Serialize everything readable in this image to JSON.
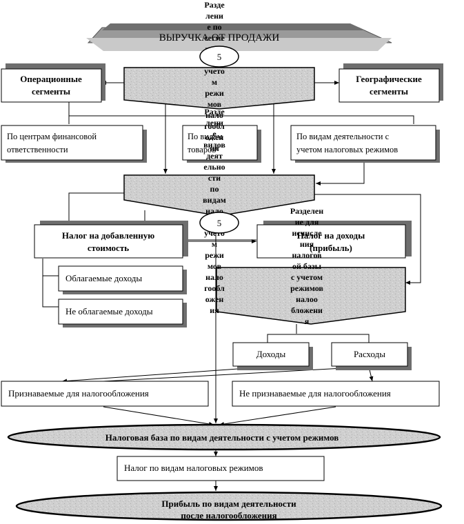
{
  "diagram": {
    "top_banner": "ВЫРУЧКА ОТ ПРОДАЖИ",
    "step_number": "5",
    "left_segments": "Операционные сегменты",
    "right_segments": "Географические сегменты",
    "center_box1_text": [
      "Разде",
      "лени",
      "е по",
      "сегме",
      "нтам",
      "с",
      "учето",
      "м",
      "режи",
      "мов",
      "нало",
      "гообл",
      "ожен",
      "ия"
    ],
    "center_box2_text": [
      "Разде",
      "лени",
      "е",
      "видов",
      "деят",
      "ельно",
      "сти",
      "по",
      "видам",
      "нало",
      "гов с",
      "учето",
      "м",
      "режи",
      "мов",
      "нало",
      "гообл",
      "ожен",
      "ия"
    ],
    "center_box3_text": [
      "Разделен",
      "ие для",
      "исчисле",
      "ния",
      "налогов",
      "ой базы",
      "с учетом",
      "режимов",
      "налоо",
      "бложени",
      "я"
    ],
    "row2_left": "По центрам финансовой ответственности",
    "row2_middle": "По видам товаров",
    "row2_right": "По видам деятельности с учетом налоговых режимов",
    "vat_box": "Налог на добавленную стоимость",
    "income_tax_box": "Налог на доходы (прибыль)",
    "taxable_income": "Облагаемые доходы",
    "non_taxable_income": "Не облагаемые доходы",
    "income": "Доходы",
    "expenses": "Расходы",
    "recognized": "Признаваемые для налогообложения",
    "not_recognized": "Не признаваемые для налогообложения",
    "tax_base_oval": "Налоговая база по видам деятельности с учетом режимов",
    "tax_by_regimes": "Налог по видам налоговых режимов",
    "profit_oval": "Прибыль по видам деятельности после налогообложения"
  }
}
